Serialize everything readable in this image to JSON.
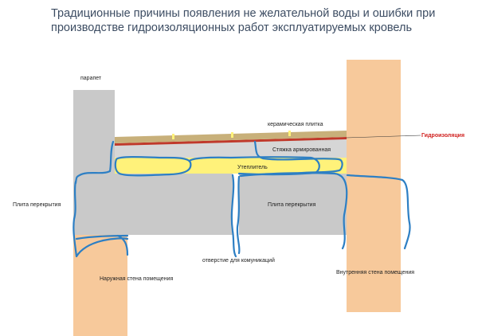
{
  "title": {
    "line1": "Традиционные причины появления не желательной воды и ошибки при",
    "line2": "производстве гидроизоляционных  работ эксплуатируемых кровель"
  },
  "labels": {
    "parapet": "парапет",
    "tile": "керамическая плитка",
    "waterproofing": "Гидроизоляция",
    "screed": "Стяжка армированная",
    "insulation": "Утеплитель",
    "slab_left": "Плита перекрытия",
    "slab_right": "Плита перекрытия",
    "hole": "отверстие для комуникаций",
    "outer_wall": "Наружная  стена помещения",
    "inner_wall": "Внутренняя стена помещения"
  },
  "colors": {
    "concrete": "#c9c9c9",
    "brick": "#f7c99b",
    "tile": "#c8b07a",
    "waterproofing": "#c0392b",
    "insulation": "#fff27a",
    "water_leak": "#2d7fc4",
    "screed": "#d6d6d6"
  }
}
